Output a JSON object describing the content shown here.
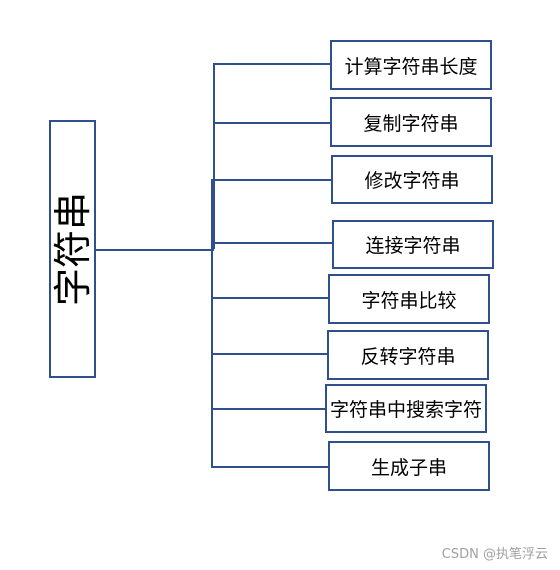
{
  "diagram": {
    "root_label": "字符串",
    "children": [
      "计算字符串长度",
      "复制字符串",
      "修改字符串",
      "连接字符串",
      "字符串比较",
      "反转字符串",
      "字符串中搜索字符",
      "生成子串"
    ],
    "line_color": "#2f4f8f"
  },
  "watermark": "CSDN @执笔浮云"
}
